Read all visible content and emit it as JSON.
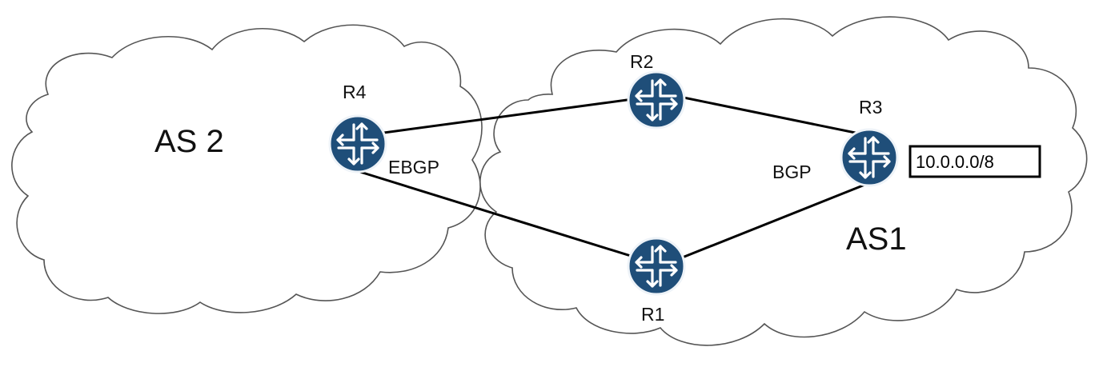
{
  "diagram": {
    "as_left_label": "AS 2",
    "as_right_label": "AS1",
    "routers": {
      "r1": "R1",
      "r2": "R2",
      "r3": "R3",
      "r4": "R4"
    },
    "protocols": {
      "ebgp": "EBGP",
      "bgp": "BGP"
    },
    "prefix": "10.0.0.0/8",
    "links": [
      [
        "R4",
        "R2"
      ],
      [
        "R4",
        "R1"
      ],
      [
        "R2",
        "R3"
      ],
      [
        "R1",
        "R3"
      ]
    ],
    "colors": {
      "router": "#1f4e79",
      "cloud_outline": "#555555",
      "link": "#000000"
    },
    "icons": {
      "router": "router-icon",
      "cloud": "cloud-icon"
    }
  }
}
